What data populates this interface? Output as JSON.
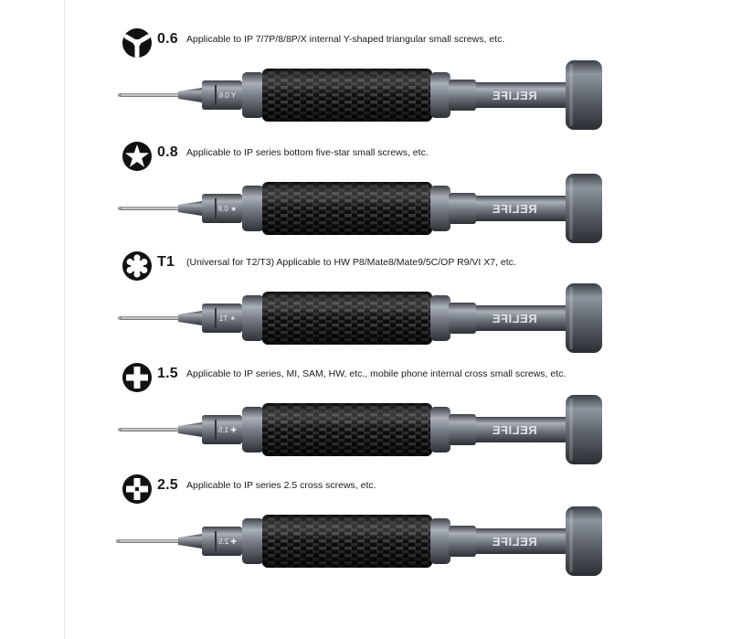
{
  "brand": "RELIFE",
  "items": [
    {
      "size": "0.6",
      "icon": "y-tri-wing-icon",
      "tip": "y",
      "engraving": "Y 0.6",
      "description": "Applicable to IP 7/7P/8/8P/X internal Y-shaped triangular small screws, etc."
    },
    {
      "size": "0.8",
      "icon": "pentalobe-star-icon",
      "tip": "star",
      "engraving": "★ 0.8",
      "description": "Applicable to IP series bottom five-star small screws, etc."
    },
    {
      "size": "T1",
      "icon": "torx-icon",
      "tip": "torx",
      "engraving": "✶ T1",
      "description": "(Universal for T2/T3) Applicable to HW P8/Mate8/Mate9/5C/OP R9/VI X7, etc."
    },
    {
      "size": "1.5",
      "icon": "phillips-cross-icon",
      "tip": "cross",
      "engraving": "✚ 1.5",
      "description": "Applicable to IP series, MI, SAM, HW, etc., mobile phone internal cross small screws, etc."
    },
    {
      "size": "2.5",
      "icon": "cross-2-5-icon",
      "tip": "cross-inner",
      "engraving": "✚ 2.5",
      "description": "Applicable to IP series 2.5 cross screws, etc."
    }
  ],
  "colors": {
    "metal_dark": "#4a4f57",
    "metal_light": "#aab0b8",
    "carbon_dark": "#0c0c0c",
    "carbon_light": "#3a3a3a",
    "icon_fill": "#111111"
  }
}
